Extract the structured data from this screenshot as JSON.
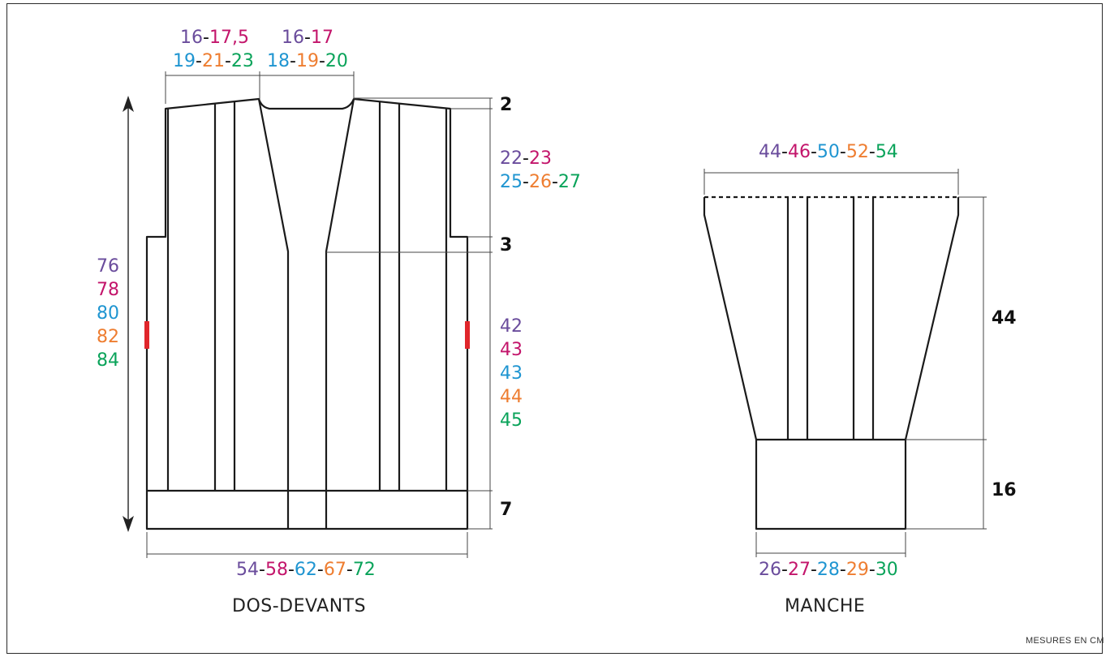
{
  "colors": {
    "size1": "#6a4c9c",
    "size2": "#c3156b",
    "size3": "#1f95d1",
    "size4": "#ee7d30",
    "size5": "#0aa35a",
    "line": "#1a1a1a",
    "marker": "#e0262b"
  },
  "body_piece": {
    "title": "DOS-DEVANTS",
    "shoulder_width_top": [
      "16",
      "17,5"
    ],
    "shoulder_width_bottom": [
      "19",
      "21",
      "23"
    ],
    "neck_width_top": [
      "16",
      "17"
    ],
    "neck_width_bottom": [
      "18",
      "19",
      "20"
    ],
    "shoulder_drop": "2",
    "armhole_height_top": [
      "22",
      "23"
    ],
    "armhole_height_bottom": [
      "25",
      "26",
      "27"
    ],
    "armhole_step": "3",
    "side_height": [
      "42",
      "43",
      "43",
      "44",
      "45"
    ],
    "total_height": [
      "76",
      "78",
      "80",
      "82",
      "84"
    ],
    "rib_height": "7",
    "width": [
      "54",
      "58",
      "62",
      "67",
      "72"
    ]
  },
  "sleeve_piece": {
    "title": "MANCHE",
    "top_width": [
      "44",
      "46",
      "50",
      "52",
      "54"
    ],
    "height": "44",
    "cuff_height": "16",
    "cuff_width": [
      "26",
      "27",
      "28",
      "29",
      "30"
    ]
  },
  "footer_note": "MESURES EN CM"
}
